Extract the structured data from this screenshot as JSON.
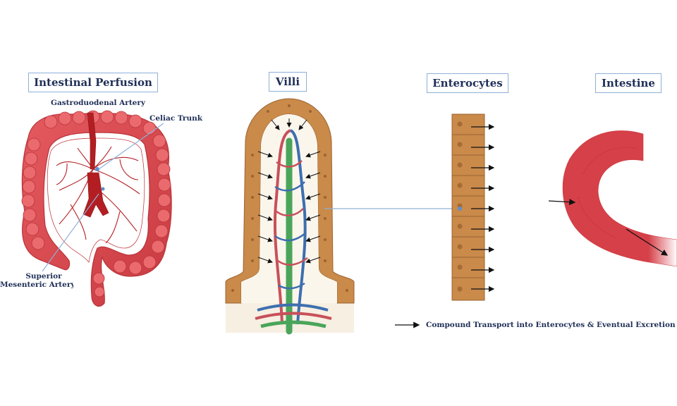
{
  "panels": {
    "perfusion": "Intestinal Perfusion",
    "villi": "Villi",
    "enterocytes": "Enterocytes",
    "intestine": "Intestine"
  },
  "labels": {
    "gastroduodenal": "Gastroduodenal Artery",
    "celiac": "Celiac Trunk",
    "superior_line1": "Superior",
    "superior_line2": "Mesenteric Artery"
  },
  "legend": {
    "text": "Compound Transport into Enterocytes & Eventual Excretion"
  },
  "colors": {
    "title_border": "#8fb0d8",
    "text": "#1f2f57",
    "intestine_red": "#d9434a",
    "artery_red": "#b31e22",
    "villus_tan": "#c98a4a",
    "vein_blue": "#3d6fb0",
    "lacteal_green": "#4aa55a",
    "pointer_line": "#8fb0d8"
  }
}
